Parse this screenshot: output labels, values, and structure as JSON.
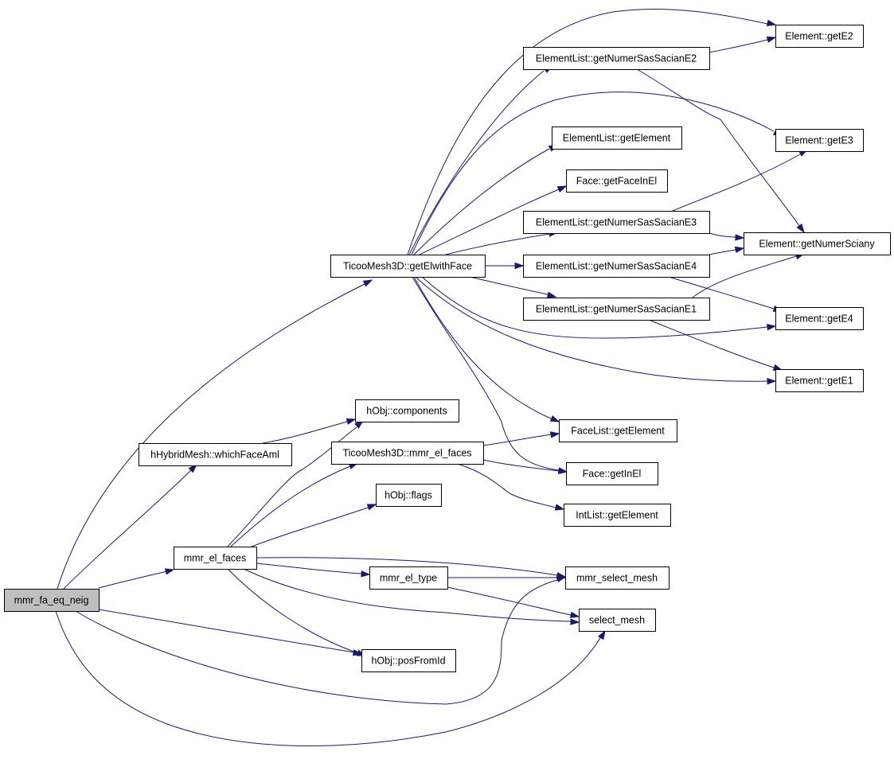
{
  "graph": {
    "colors": {
      "edge": "#191970",
      "root_fill": "#bfbfbf",
      "node_fill": "#ffffff",
      "node_stroke": "#000000"
    },
    "nodes": [
      {
        "id": "root",
        "label": "mmr_fa_eq_neig"
      },
      {
        "id": "getel",
        "label": "TicooMesh3D::getElwithFace"
      },
      {
        "id": "which",
        "label": "hHybridMesh::whichFaceAml"
      },
      {
        "id": "mmrel",
        "label": "mmr_el_faces"
      },
      {
        "id": "tmf",
        "label": "TicooMesh3D::mmr_el_faces"
      },
      {
        "id": "comp",
        "label": "hObj::components"
      },
      {
        "id": "flags",
        "label": "hObj::flags"
      },
      {
        "id": "etype",
        "label": "mmr_el_type"
      },
      {
        "id": "pos",
        "label": "hObj::posFromId"
      },
      {
        "id": "e2",
        "label": "Element::getE2"
      },
      {
        "id": "ns2",
        "label": "ElementList::getNumerSasSacianE2"
      },
      {
        "id": "elge",
        "label": "ElementList::getElement"
      },
      {
        "id": "e3",
        "label": "Element::getE3"
      },
      {
        "id": "ffi",
        "label": "Face::getFaceInEl"
      },
      {
        "id": "ns3",
        "label": "ElementList::getNumerSasSacianE3"
      },
      {
        "id": "gns",
        "label": "Element::getNumerSciany"
      },
      {
        "id": "ns4",
        "label": "ElementList::getNumerSasSacianE4"
      },
      {
        "id": "ns1",
        "label": "ElementList::getNumerSasSacianE1"
      },
      {
        "id": "e4",
        "label": "Element::getE4"
      },
      {
        "id": "e1",
        "label": "Element::getE1"
      },
      {
        "id": "flge",
        "label": "FaceList::getElement"
      },
      {
        "id": "finel",
        "label": "Face::getInEl"
      },
      {
        "id": "ilge",
        "label": "IntList::getElement"
      },
      {
        "id": "msm",
        "label": "mmr_select_mesh"
      },
      {
        "id": "sm",
        "label": "select_mesh"
      }
    ],
    "edges": [
      {
        "from": "root",
        "to": "getel"
      },
      {
        "from": "root",
        "to": "which"
      },
      {
        "from": "root",
        "to": "mmrel"
      },
      {
        "from": "root",
        "to": "pos"
      },
      {
        "from": "root",
        "to": "msm"
      },
      {
        "from": "root",
        "to": "sm"
      },
      {
        "from": "getel",
        "to": "e2"
      },
      {
        "from": "getel",
        "to": "ns2"
      },
      {
        "from": "getel",
        "to": "e3"
      },
      {
        "from": "getel",
        "to": "elge"
      },
      {
        "from": "getel",
        "to": "ffi"
      },
      {
        "from": "getel",
        "to": "ns3"
      },
      {
        "from": "getel",
        "to": "ns4"
      },
      {
        "from": "getel",
        "to": "ns1"
      },
      {
        "from": "getel",
        "to": "e4"
      },
      {
        "from": "getel",
        "to": "e1"
      },
      {
        "from": "getel",
        "to": "flge"
      },
      {
        "from": "getel",
        "to": "finel"
      },
      {
        "from": "ns2",
        "to": "e2"
      },
      {
        "from": "ns2",
        "to": "gns"
      },
      {
        "from": "ns3",
        "to": "e3"
      },
      {
        "from": "ns3",
        "to": "gns"
      },
      {
        "from": "ns4",
        "to": "gns"
      },
      {
        "from": "ns4",
        "to": "e4"
      },
      {
        "from": "ns1",
        "to": "gns"
      },
      {
        "from": "ns1",
        "to": "e1"
      },
      {
        "from": "which",
        "to": "comp"
      },
      {
        "from": "mmrel",
        "to": "comp"
      },
      {
        "from": "mmrel",
        "to": "tmf"
      },
      {
        "from": "mmrel",
        "to": "flags"
      },
      {
        "from": "mmrel",
        "to": "msm"
      },
      {
        "from": "mmrel",
        "to": "etype"
      },
      {
        "from": "mmrel",
        "to": "sm"
      },
      {
        "from": "mmrel",
        "to": "pos"
      },
      {
        "from": "tmf",
        "to": "flge"
      },
      {
        "from": "tmf",
        "to": "finel"
      },
      {
        "from": "tmf",
        "to": "ilge"
      },
      {
        "from": "etype",
        "to": "msm"
      },
      {
        "from": "etype",
        "to": "sm"
      }
    ]
  }
}
